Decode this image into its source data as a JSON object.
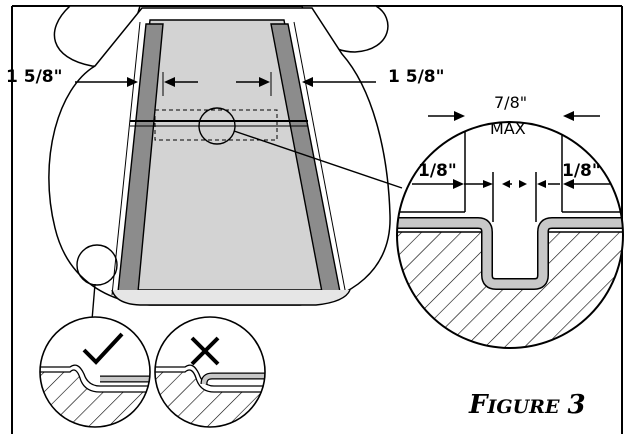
{
  "dimensions": {
    "left_gap": "1 5/8\"",
    "right_gap": "1 5/8\"",
    "groove_width": "7/8\"",
    "groove_limit": "MAX",
    "left_offset": "1/8\"",
    "right_offset": "1/8\""
  },
  "detail_marks": {
    "correct_icon": "check-icon",
    "incorrect_icon": "x-icon"
  },
  "caption": {
    "first": "F",
    "rest": "IGURE",
    "number": "3"
  },
  "colors": {
    "tape": "#8c8c8c",
    "panel": "#d3d3d3",
    "groove_fill": "#c8c8c8",
    "line": "#000000"
  }
}
